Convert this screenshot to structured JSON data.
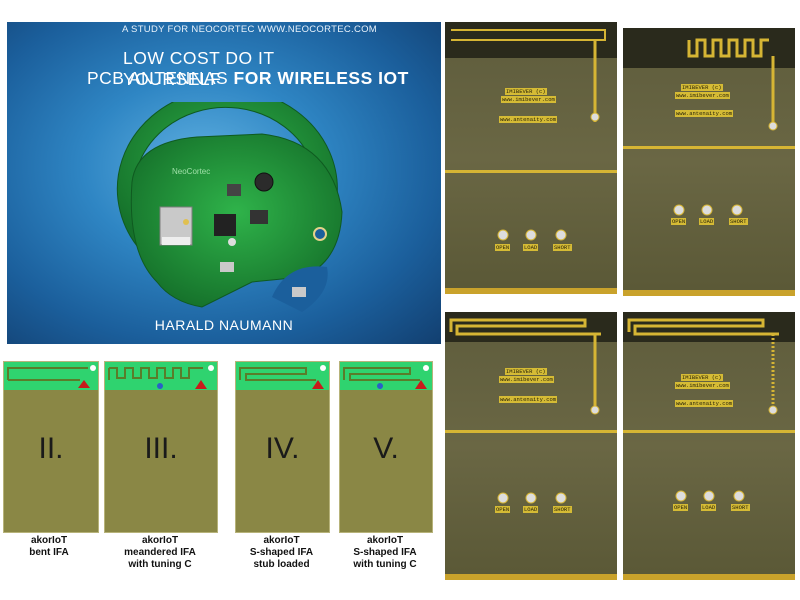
{
  "cover": {
    "top_line": "A STUDY FOR NEOCORTEC WWW.NEOCORTEC.COM",
    "title_line1": "LOW COST DO IT YOURSELF",
    "title_line2_normal": "PCB ANTENNAS ",
    "title_line2_bold": "FOR WIRELESS IOT",
    "board_brand": "NeoCortec",
    "author": "HARALD NAUMANN"
  },
  "boards": [
    {
      "roman": "II.",
      "caption": [
        "akorIoT",
        "bent IFA"
      ]
    },
    {
      "roman": "III.",
      "caption": [
        "akorIoT",
        "meandered IFA",
        "with tuning C"
      ]
    },
    {
      "roman": "IV.",
      "caption": [
        "akorIoT",
        "S-shaped IFA",
        "stub loaded"
      ]
    },
    {
      "roman": "V.",
      "caption": [
        "akorIoT",
        "S-shaped IFA",
        "with tuning C"
      ]
    }
  ],
  "pcbs": [
    {
      "brand": "IMIBEVER (c)",
      "url1": "www.imibever.com",
      "url2": "www.antenaity.com",
      "ports": [
        "OPEN",
        "LOAD",
        "SHORT"
      ]
    },
    {
      "brand": "IMIBEVER (c)",
      "url1": "www.imibever.com",
      "url2": "www.antenaity.com",
      "ports": [
        "OPEN",
        "LOAD",
        "SHORT"
      ]
    },
    {
      "brand": "IMIBEVER (c)",
      "url1": "www.imibever.com",
      "url2": "www.antenaity.com",
      "ports": [
        "OPEN",
        "LOAD",
        "SHORT"
      ]
    },
    {
      "brand": "IMIBEVER (c)",
      "url1": "www.imibever.com",
      "url2": "www.antenaity.com",
      "ports": [
        "OPEN",
        "LOAD",
        "SHORT"
      ]
    }
  ]
}
